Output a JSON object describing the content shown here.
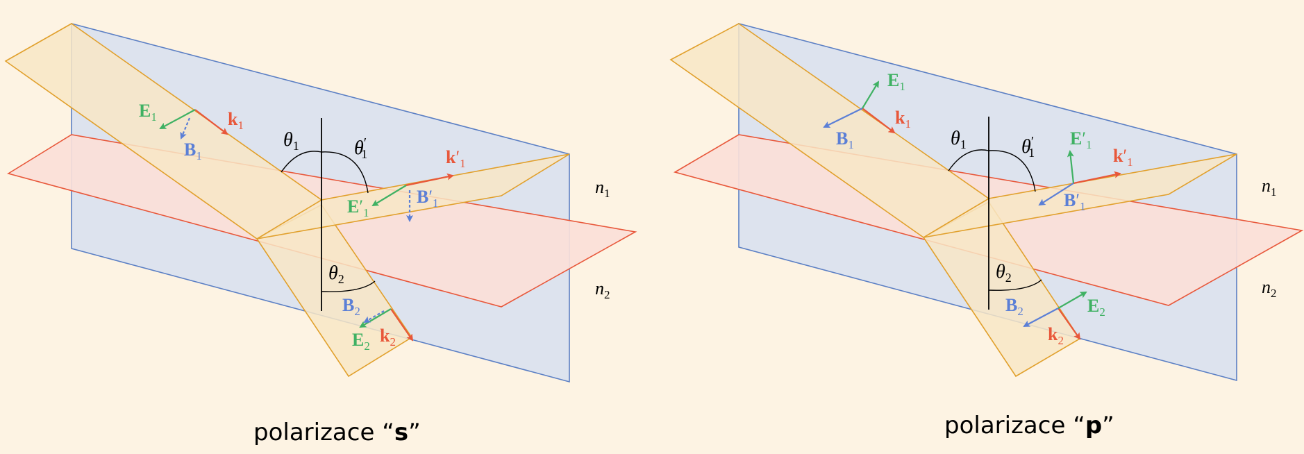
{
  "colors": {
    "background": "#fdf3e3",
    "plane_of_incidence_fill": "#dde3ee",
    "plane_of_incidence_stroke": "#5b7fc4",
    "interface_fill": "#fbe0d8",
    "interface_stroke": "#e8573a",
    "beam_fill": "#f8e6c6",
    "beam_stroke": "#e1a02c",
    "k_vector": "#e8573a",
    "E_vector": "#3fb163",
    "B_vector": "#5b7fd6",
    "line": "#000000"
  },
  "diagrams": [
    {
      "id": "s",
      "caption_prefix": "polarizace “",
      "caption_bold": "s",
      "caption_suffix": "”",
      "labels": {
        "theta1": "θ",
        "theta1_sub": "1",
        "theta1p": "θ",
        "theta1p_sub": "1",
        "theta1p_prime": "′",
        "theta2": "θ",
        "theta2_sub": "2",
        "n1": "n",
        "n1_sub": "1",
        "n2": "n",
        "n2_sub": "2",
        "k1": "k",
        "k1_sub": "1",
        "E1": "E",
        "E1_sub": "1",
        "B1": "B",
        "B1_sub": "1",
        "k1p": "k",
        "k1p_prime": "′",
        "k1p_sub": "1",
        "E1p": "E",
        "E1p_prime": "′",
        "E1p_sub": "1",
        "B1p": "B",
        "B1p_prime": "′",
        "B1p_sub": "1",
        "k2": "k",
        "k2_sub": "2",
        "E2": "E",
        "E2_sub": "2",
        "B2": "B",
        "B2_sub": "2"
      }
    },
    {
      "id": "p",
      "caption_prefix": "polarizace “",
      "caption_bold": "p",
      "caption_suffix": "”",
      "labels": {
        "theta1": "θ",
        "theta1_sub": "1",
        "theta1p": "θ",
        "theta1p_sub": "1",
        "theta1p_prime": "′",
        "theta2": "θ",
        "theta2_sub": "2",
        "n1": "n",
        "n1_sub": "1",
        "n2": "n",
        "n2_sub": "2",
        "k1": "k",
        "k1_sub": "1",
        "E1": "E",
        "E1_sub": "1",
        "B1": "B",
        "B1_sub": "1",
        "k1p": "k",
        "k1p_prime": "′",
        "k1p_sub": "1",
        "E1p": "E",
        "E1p_prime": "′",
        "E1p_sub": "1",
        "B1p": "B",
        "B1p_prime": "′",
        "B1p_sub": "1",
        "k2": "k",
        "k2_sub": "2",
        "E2": "E",
        "E2_sub": "2",
        "B2": "B",
        "B2_sub": "2"
      }
    }
  ]
}
